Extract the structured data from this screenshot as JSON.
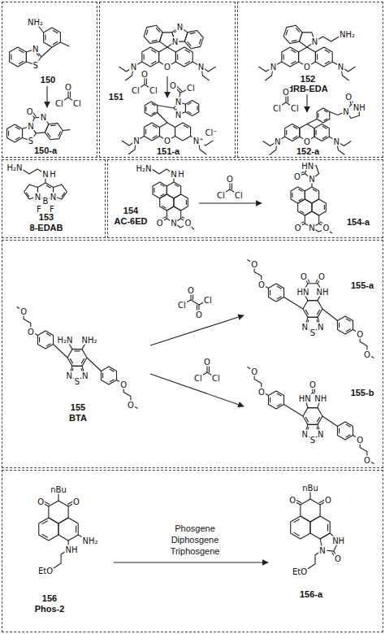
{
  "diagram": {
    "nodes": [
      {
        "text": [
          "150",
          "150-a"
        ]
      },
      {
        "text": [
          "151",
          "151-a"
        ]
      },
      {
        "text": [
          "152",
          "dRB-EDA",
          "152-a"
        ]
      },
      {
        "text": [
          "153",
          "8-EDAB"
        ]
      },
      {
        "text": [
          "154",
          "AC-6ED",
          "154-a"
        ]
      },
      {
        "text": [
          "155",
          "BTA",
          "155-a",
          "155-b"
        ]
      },
      {
        "text": [
          "156",
          "Phos-2",
          "156-a"
        ]
      }
    ],
    "labels": [
      "NH₂",
      "N",
      "S",
      "O",
      "Cl",
      "Cl",
      "O",
      "N",
      "N",
      "S",
      "N",
      "N",
      "N",
      "O",
      "N",
      "O",
      "Cl",
      "Cl",
      "O",
      "Cl",
      "N",
      "N",
      "N",
      "O",
      "N⁺",
      "Cl⁻",
      "NH₂",
      "N",
      "N",
      "O",
      "N",
      "O",
      "Cl",
      "Cl",
      "O",
      "N",
      "NH",
      "N",
      "O",
      "N",
      "H₂N",
      "N",
      "H",
      "N",
      "B",
      "N",
      "F",
      "F",
      "H₂N",
      "N",
      "H",
      "O",
      "N",
      "O",
      "O",
      "Cl",
      "Cl",
      "O",
      "HN",
      "N",
      "O",
      "N",
      "O",
      "O",
      "O",
      "H₂N",
      "NH₂",
      "N",
      "N",
      "S",
      "O",
      "O",
      "O",
      "Cl",
      "Cl",
      "O",
      "O",
      "Cl",
      "Cl",
      "O",
      "O",
      "O",
      "O",
      "HN",
      "NH",
      "N",
      "N",
      "S",
      "O",
      "O",
      "O",
      "O",
      "O",
      "HN",
      "NH",
      "N",
      "N",
      "S",
      "O",
      "O",
      "nBu",
      "O",
      "O",
      "NH₂",
      "NH",
      "EtO",
      "Phosgene",
      "Diphosgene",
      "Triphosgene",
      "nBu",
      "O",
      "O",
      "NH",
      "O",
      "N",
      "EtO"
    ]
  }
}
